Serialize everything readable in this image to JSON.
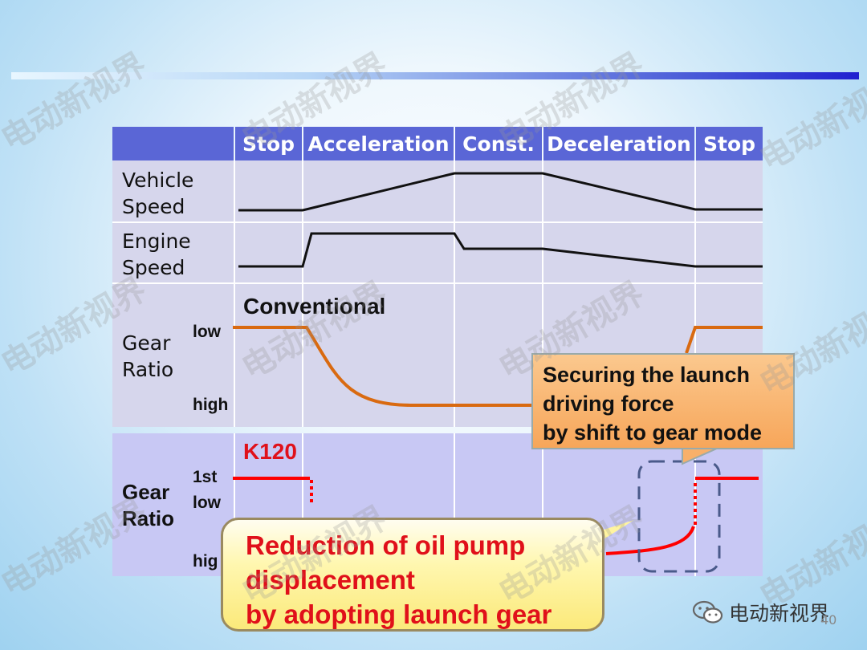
{
  "header": {
    "phases": [
      "Stop",
      "Acceleration",
      "Const.",
      "Deceleration",
      "Stop"
    ]
  },
  "rows": {
    "vehicle_speed": [
      "Vehicle",
      "Speed"
    ],
    "engine_speed": [
      "Engine",
      "Speed"
    ],
    "gear_ratio_conv": [
      "Gear",
      "Ratio"
    ],
    "gear_ratio_k120": [
      "Gear",
      "Ratio"
    ]
  },
  "conventional": {
    "title": "Conventional",
    "low_label": "low",
    "high_label": "high"
  },
  "k120": {
    "title": "K120",
    "first_label": "1st",
    "low_label": "low",
    "high_label": "hig"
  },
  "callout_launch": [
    "Securing the launch",
    "driving force",
    "by shift to gear mode"
  ],
  "callout_pump": [
    "Reduction of oil pump",
    "displacement",
    "by adopting launch gear"
  ],
  "logo": {
    "text": "电动新视界",
    "page_number": "40"
  },
  "watermark": "电动新视界",
  "colors": {
    "header_blue": "#5a66d6",
    "row_bg": "#d6d6ec",
    "k120_bg": "#c8c8f4",
    "conventional_line": "#d96a10",
    "k120_line": "#ff0000",
    "callout_orange": "#f8b06a",
    "callout_yellow": "#fff4a0"
  }
}
